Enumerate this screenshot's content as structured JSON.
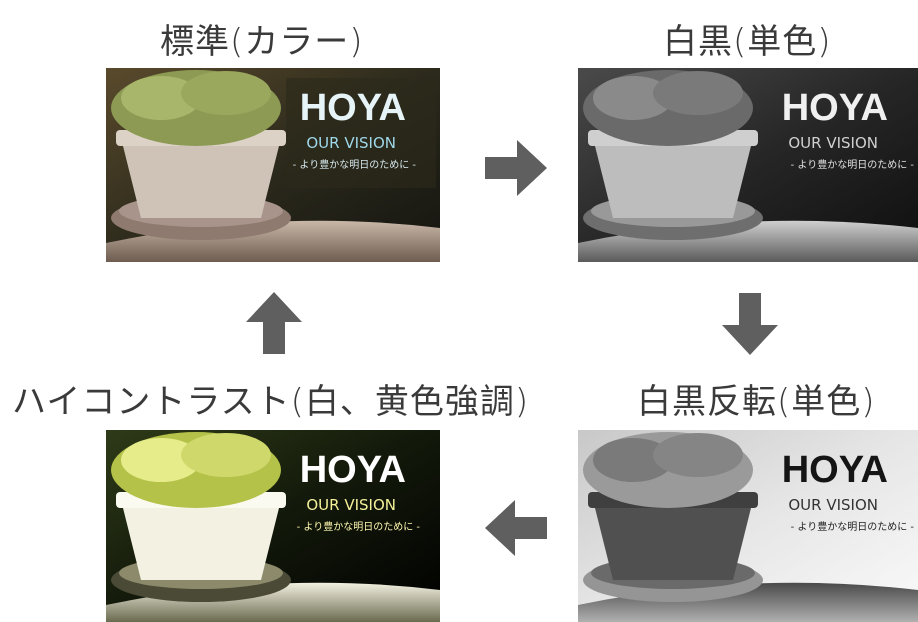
{
  "modes": {
    "standard": {
      "label": "標準(カラー)"
    },
    "monochrome": {
      "label": "白黒(単色)"
    },
    "inverted": {
      "label": "白黒反転(単色)"
    },
    "high_contrast": {
      "label": "ハイコントラスト(白、黄色強調)"
    }
  },
  "logo": {
    "brand": "HOYA",
    "tagline": "OUR VISION",
    "subline": "- より豊かな明日のために -"
  },
  "colors": {
    "arrow": "#5f5f5f",
    "text": "#3a3a3a",
    "logo_tint": "#9fd8ea"
  }
}
